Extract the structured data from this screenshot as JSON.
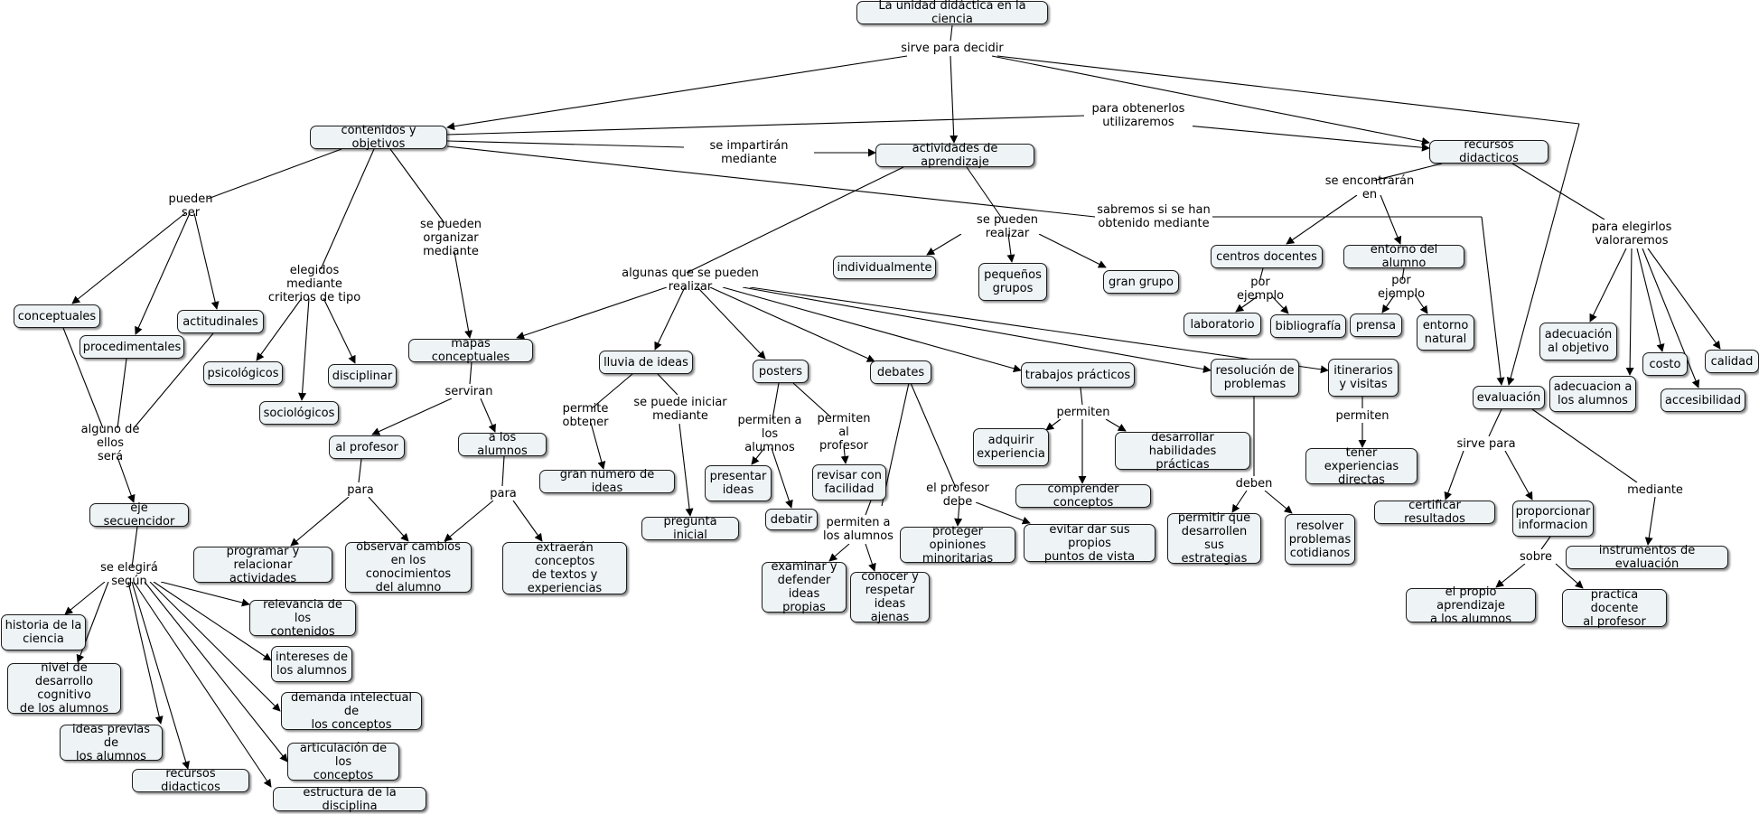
{
  "concepts": {
    "root": "La unidad didáctica en la ciencia",
    "contenidos": "contenidos y objetivos",
    "actividades": "actividades de aprendizaje",
    "recursos": "recursos didacticos",
    "evaluacion": "evaluación",
    "conceptuales": "conceptuales",
    "procedimentales": "procedimentales",
    "actitudinales": "actitudinales",
    "psicologicos": "psicológicos",
    "sociologicos": "sociológicos",
    "disciplinar": "disciplinar",
    "mapas": "mapas conceptuales",
    "lluvia": "lluvia de ideas",
    "posters": "posters",
    "debates": "debates",
    "trabajos": "trabajos prácticos",
    "resolucion": "resolución de\nproblemas",
    "itinerarios": "itinerarios\ny visitas",
    "individualmente": "individualmente",
    "pequenos": "pequeños\ngrupos",
    "grangrupo": "gran grupo",
    "centros": "centros docentes",
    "entorno": "entorno del alumno",
    "laboratorio": "laboratorio",
    "bibliografia": "bibliografía",
    "prensa": "prensa",
    "entornonatural": "entorno\nnatural",
    "adecuacionobjetivo": "adecuación\nal objetivo",
    "adecuacionalumnos": "adecuacion a\nlos alumnos",
    "costo": "costo",
    "accesibilidad": "accesibilidad",
    "calidad": "calidad",
    "alprofesor": "al profesor",
    "alosalumnos": "a los alumnos",
    "programar": "programar y relacionar\nactividades",
    "observar": "observar cambios\nen los conocimientos\ndel alumno",
    "extraeran": "extraerán conceptos\nde textos y\nexperiencias",
    "ejesecuenciador": "eje secuencidor",
    "historia": "historia de la\nciencia",
    "nivel": "nivel de desarrollo\ncognitivo\nde los alumnos",
    "ideasprevias": "ideas previas de\nlos alumnos",
    "recursosdid2": "recursos didacticos",
    "estructura": "estructura de la disciplina",
    "relevancia": "relevancia de los\ncontenidos",
    "intereses": "intereses de\nlos alumnos",
    "demanda": "demanda intelectual de\nlos conceptos",
    "articulacion": "articulación de los\nconceptos",
    "grannumero": "gran numero de ideas",
    "preguntainicial": "pregunta inicial",
    "presentarideas": "presentar\nideas",
    "debatir": "debatir",
    "revisar": "revisar con\nfacilidad",
    "examinar": "examinar y\ndefender\nideas propias",
    "conocer": "conocer y\nrespetar\nideas ajenas",
    "proteger": "proteger opiniones\nminoritarias",
    "evitar": "evitar dar sus propios\npuntos de vista",
    "adquirir": "adquirir\nexperiencia",
    "comprender": "comprender conceptos",
    "desarrollar": "desarrollar habilidades\nprácticas",
    "permitirque": "permitir que\ndesarrollen\nsus estrategias",
    "resolverproblemas": "resolver\nproblemas\ncotidianos",
    "tenerexperiencias": "tener experiencias\ndirectas",
    "certificar": "certificar resultados",
    "proporcionar": "proporcionar\ninformacion",
    "instrumentos": "instrumentos de evaluación",
    "propioaprendizaje": "el propio aprendizaje\na los alumnos",
    "practicadocente": "practica docente\nal profesor"
  },
  "links": {
    "sirveparadecidir": "sirve para decidir",
    "paraobtenerlos": "para obtenerlos\nutilizaremos",
    "seimpartiran": "se impartirán\nmediante",
    "sabremos": "sabremos si se han\nobtenido mediante",
    "puedenser": "pueden ser",
    "elegidos": "elegidos mediante\ncriterios de tipo",
    "sepuedenorganizar": "se pueden organizar\nmediante",
    "algunode": "alguno de ellos\nserá",
    "seelegira": "se elegirá según",
    "algunasque": "algunas que se pueden realizar",
    "sepuedenrealizar": "se pueden realizar",
    "seencontraran": "se encontrarán en",
    "porejemplo1": "por ejemplo",
    "porejemplo2": "por ejemplo",
    "paraelegirlos": "para elegirlos\nvaloraremos",
    "serviran": "serviran",
    "para1": "para",
    "para2": "para",
    "permiteobtener": "permite obtener",
    "sepuedeiniciar": "se puede iniciar\nmediante",
    "permitenalumnos": "permiten a\nlos alumnos",
    "permitenprofesor": "permiten\nal profesor",
    "permitenalumnos2": "permiten a\nlos alumnos",
    "elprofesordebe": "el profesor debe",
    "permiten1": "permiten",
    "deben": "deben",
    "permiten2": "permiten",
    "sirvepara": "sirve para",
    "mediante": "mediante",
    "sobre": "sobre"
  }
}
